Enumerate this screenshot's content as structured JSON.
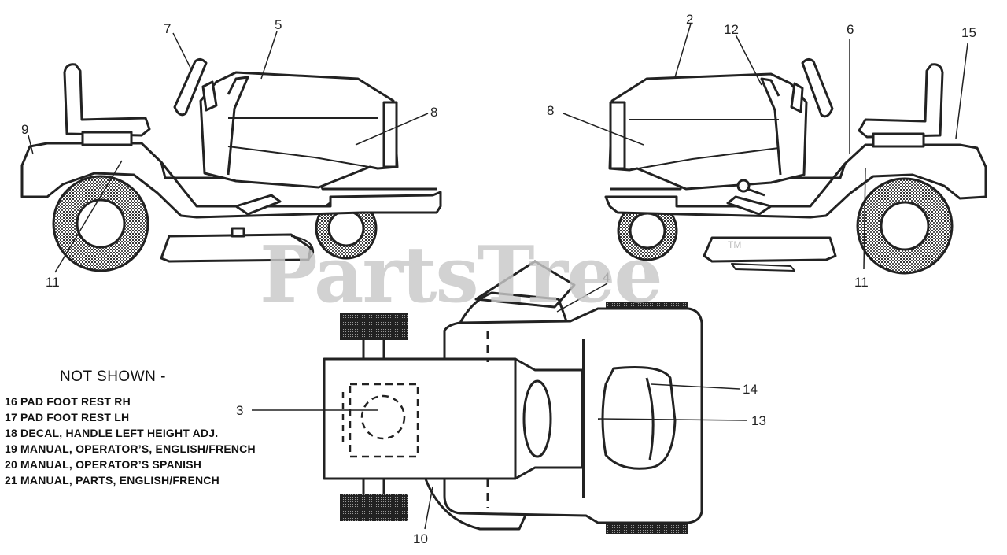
{
  "watermark": {
    "brand": "PartsTree",
    "tm": "TM"
  },
  "not_shown": {
    "heading": "NOT SHOWN -",
    "items": [
      "16 PAD FOOT REST RH",
      "17 PAD FOOT REST LH",
      "18 DECAL, HANDLE LEFT HEIGHT ADJ.",
      "19 MANUAL, OPERATOR’S, ENGLISH/FRENCH",
      "20 MANUAL, OPERATOR’S SPANISH",
      "21 MANUAL, PARTS, ENGLISH/FRENCH"
    ]
  },
  "callouts": {
    "c7": "7",
    "c5": "5",
    "c9": "9",
    "c8l": "8",
    "c11l": "11",
    "c2": "2",
    "c12": "12",
    "c6": "6",
    "c15": "15",
    "c8r": "8",
    "c11r": "11",
    "c4": "4",
    "c3": "3",
    "c14": "14",
    "c13": "13",
    "c10": "10"
  }
}
